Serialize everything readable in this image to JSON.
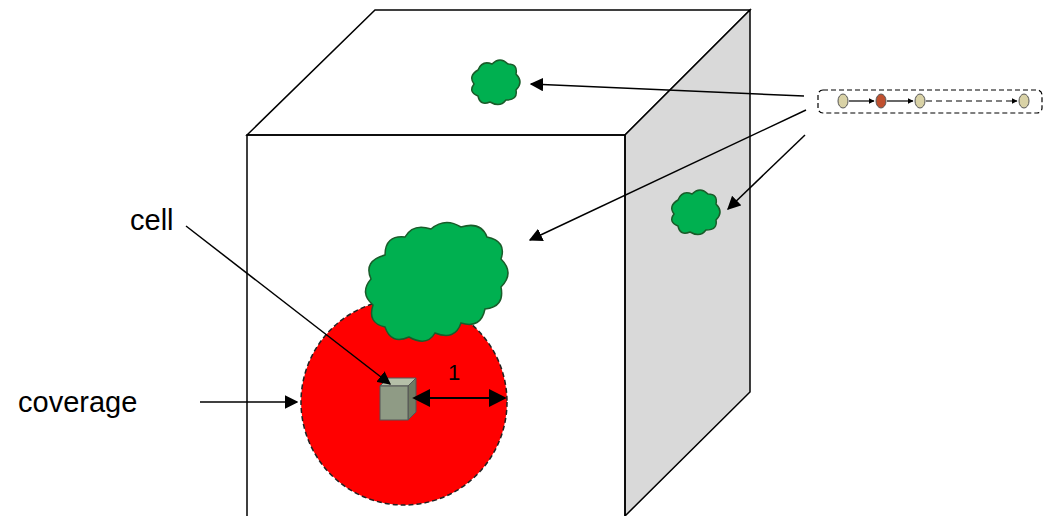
{
  "diagram": {
    "labels": [
      "cell",
      "coverage",
      "1"
    ]
  }
}
